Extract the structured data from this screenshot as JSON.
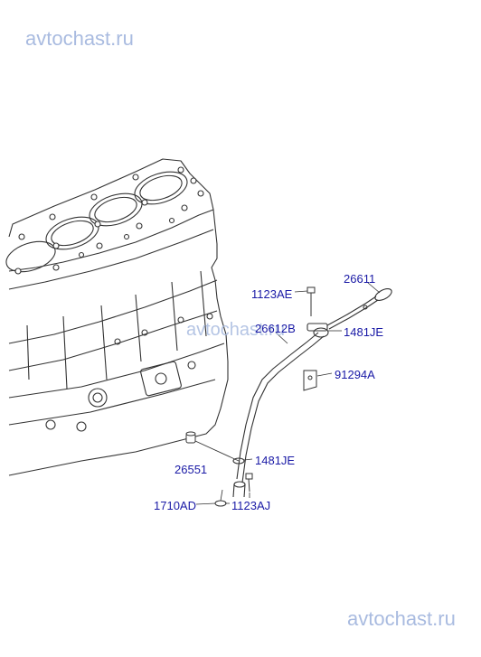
{
  "watermarks": {
    "top": "avtochast.ru",
    "middle": "avtochast.ru",
    "bottom": "avtochast.ru"
  },
  "parts": {
    "p26611": "26611",
    "p1123AE": "1123AE",
    "p26612B": "26612B",
    "p1481JE_top": "1481JE",
    "p91294A": "91294A",
    "p1481JE_bottom": "1481JE",
    "p26551": "26551",
    "p1710AD": "1710AD",
    "p1123AJ": "1123AJ"
  },
  "colors": {
    "label": "#1a1aa6",
    "line": "#333333",
    "watermark": "#a9bbe0"
  }
}
